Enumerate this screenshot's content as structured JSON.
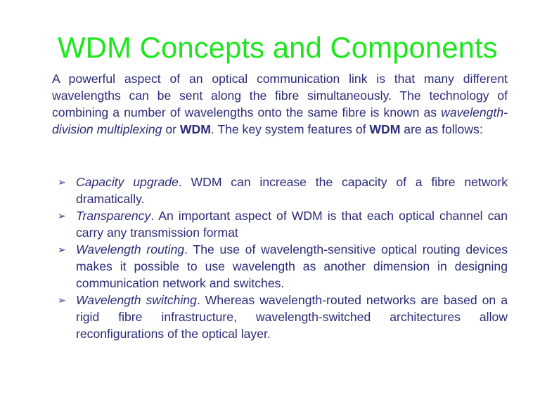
{
  "slide": {
    "title": "WDM Concepts and Components",
    "accent_color": "#1ee61e",
    "text_color": "#2a2a78",
    "intro": {
      "part1": "A powerful aspect of an optical communication link is that many different wavelengths can be sent along the fibre simultaneously. The technology of combining a number of wavelengths onto the same fibre is known as ",
      "italic_term": "wavelength-division multiplexing",
      "part2": " or ",
      "bold1": "WDM",
      "part3": ". The key system features of ",
      "bold2": "WDM",
      "part4": " are as follows:"
    },
    "bullet_icon": "arrowhead-bullet",
    "bullets": [
      {
        "term": "Capacity upgrade",
        "text": ". WDM can increase the capacity of a fibre network dramatically."
      },
      {
        "term": "Transparency",
        "text": ". An important aspect of WDM is that each optical channel can carry any transmission format"
      },
      {
        "term": "Wavelength routing",
        "text": ". The use of wavelength-sensitive optical routing devices makes it possible to use wavelength as another dimension in designing communication network and switches."
      },
      {
        "term": "Wavelength switching",
        "text": ". Whereas wavelength-routed networks are based on a rigid fibre infrastructure, wavelength-switched architectures allow reconfigurations of the optical layer."
      }
    ]
  }
}
